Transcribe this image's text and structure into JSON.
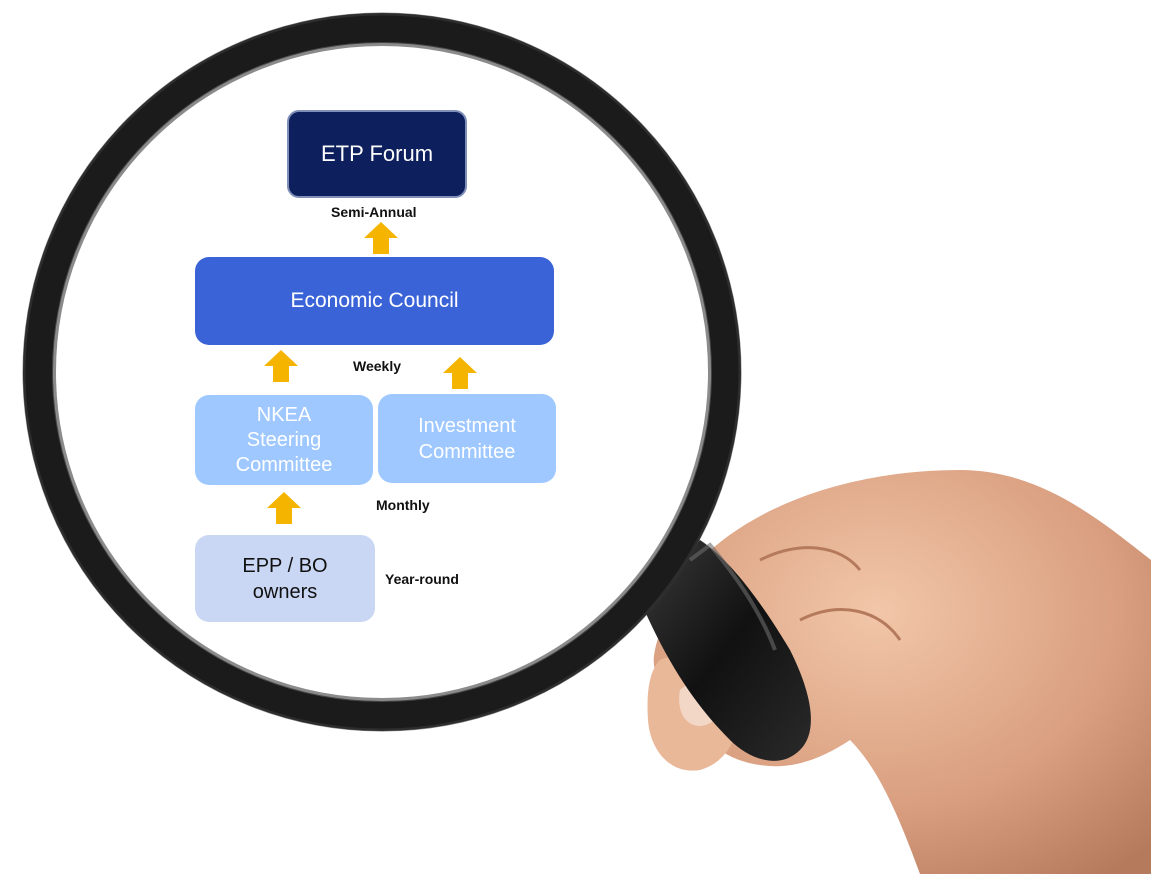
{
  "nodes": {
    "etp_forum": "ETP Forum",
    "economic_council": "Economic Council",
    "nkea_steering": "NKEA\nSteering\nCommittee",
    "investment_committee": "Investment\nCommittee",
    "epp_bo_owners": "EPP / BO\nowners"
  },
  "cadence": {
    "semi_annual": "Semi-Annual",
    "weekly": "Weekly",
    "monthly": "Monthly",
    "year_round": "Year-round"
  },
  "colors": {
    "etp_forum": "#0d1f5c",
    "economic_council": "#3a63d8",
    "committee": "#9ec8ff",
    "owners": "#cad7f4",
    "arrow": "#f5b400"
  },
  "icons": {
    "lens": "magnifying-glass-icon",
    "hand": "hand-icon",
    "arrow": "arrow-up-icon"
  }
}
